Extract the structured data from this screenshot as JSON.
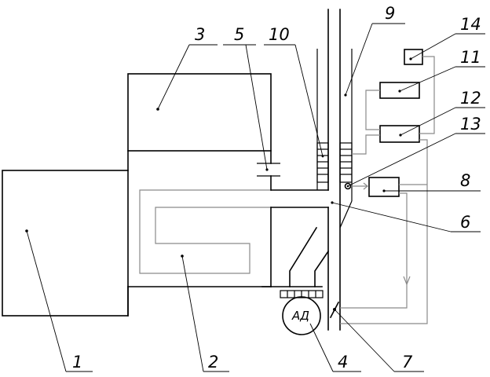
{
  "labels": {
    "n1": "1",
    "n2": "2",
    "n3": "3",
    "n4": "4",
    "n5": "5",
    "n6": "6",
    "n7": "7",
    "n8": "8",
    "n9": "9",
    "n10": "10",
    "n11": "11",
    "n12": "12",
    "n13": "13",
    "n14": "14"
  },
  "motor_label": "АД"
}
